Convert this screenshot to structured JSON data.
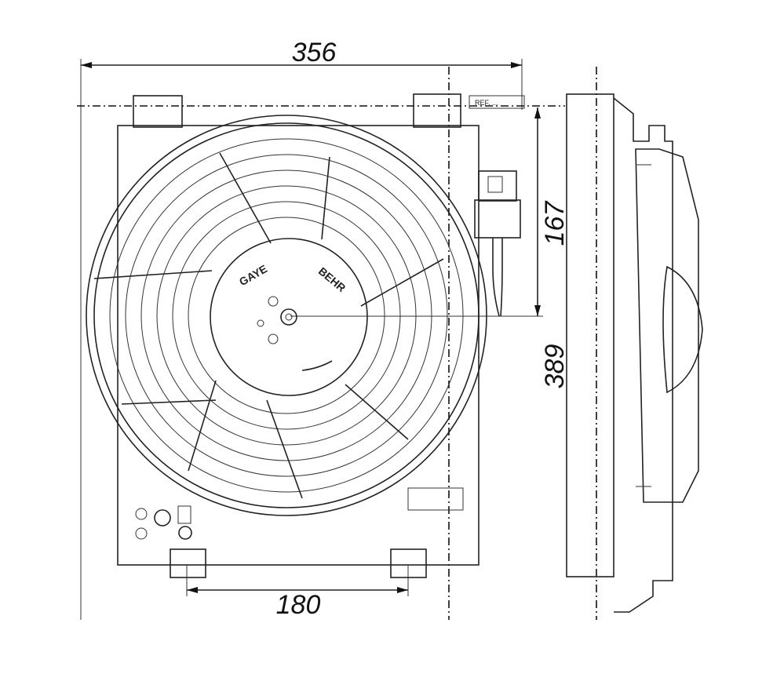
{
  "dimensions": {
    "overall_width": "356",
    "overall_height": "389",
    "center_height": "167",
    "mount_spacing": "180"
  },
  "hub_labels": {
    "brand_left": "GAYE",
    "brand_right": "BEHR",
    "ref": "REF. ..."
  },
  "colors": {
    "line": "#222222",
    "background": "#ffffff"
  }
}
